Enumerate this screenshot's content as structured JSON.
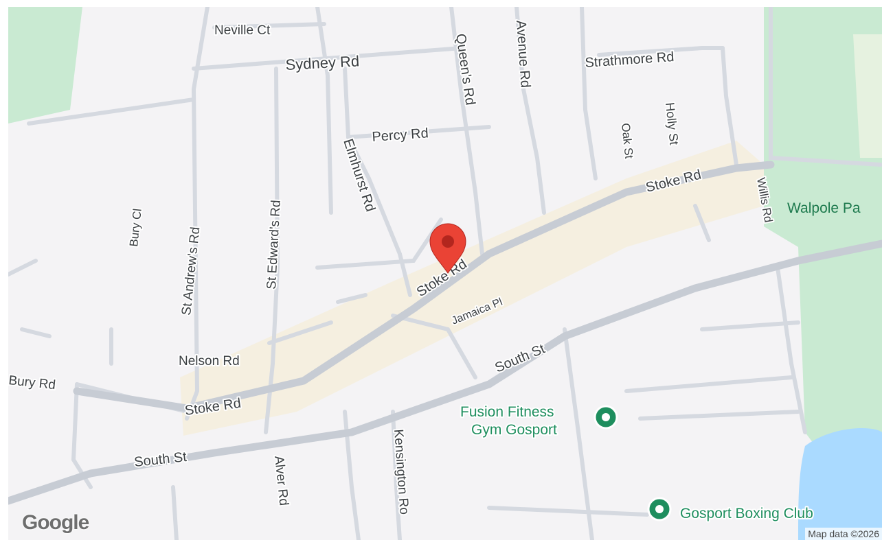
{
  "map": {
    "roads": {
      "neville_ct": "Neville Ct",
      "sydney_rd": "Sydney Rd",
      "queens_rd": "Queen's Rd",
      "avenue_rd": "Avenue Rd",
      "strathmore_rd": "Strathmore Rd",
      "percy_rd": "Percy Rd",
      "holly_st": "Holly St",
      "oak_st": "Oak St",
      "elmhurst_rd": "Elmhurst Rd",
      "stoke_rd_east": "Stoke Rd",
      "willis_rd": "Willis Rd",
      "bury_cl": "Bury Cl",
      "st_andrews_rd": "St Andrew's Rd",
      "st_edwards_rd": "St Edward's Rd",
      "stoke_rd_center": "Stoke Rd",
      "jamaica_pl": "Jamaica Pl",
      "nelson_rd": "Nelson Rd",
      "bury_rd": "Bury Rd",
      "stoke_rd_west": "Stoke Rd",
      "south_st_east": "South St",
      "south_st_west": "South St",
      "alver_rd": "Alver Rd",
      "kensington_rd": "Kensington Ro"
    },
    "park_label": "Walpole Pa",
    "pois": {
      "fusion_fitness_line1": "Fusion Fitness",
      "fusion_fitness_line2": "Gym Gosport",
      "gosport_boxing": "Gosport Boxing Club"
    },
    "pin_color": "#ea4335",
    "logo_text": "Google",
    "attribution": "Map data ©2026"
  }
}
